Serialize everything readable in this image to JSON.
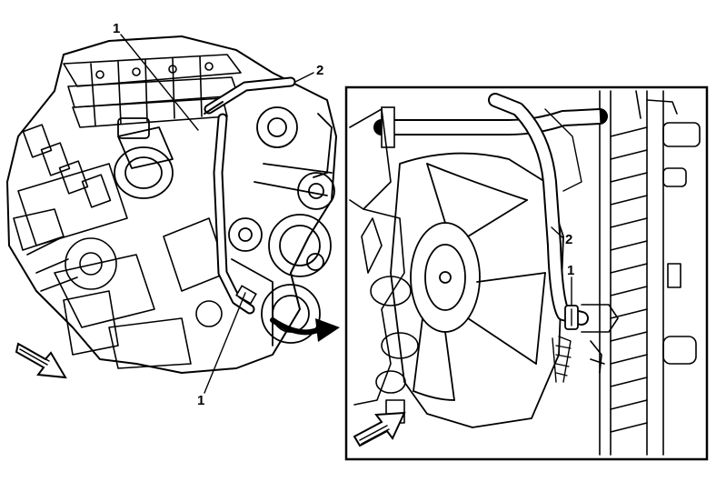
{
  "callouts": {
    "left_top": "1",
    "left_hose": "2",
    "left_bottom": "1",
    "detail_hose": "2",
    "detail_clamp": "1"
  },
  "colors": {
    "ink": "#000000",
    "paper": "#ffffff"
  },
  "icons": [
    "direction-arrow-icon",
    "rotation-arrow-icon"
  ]
}
